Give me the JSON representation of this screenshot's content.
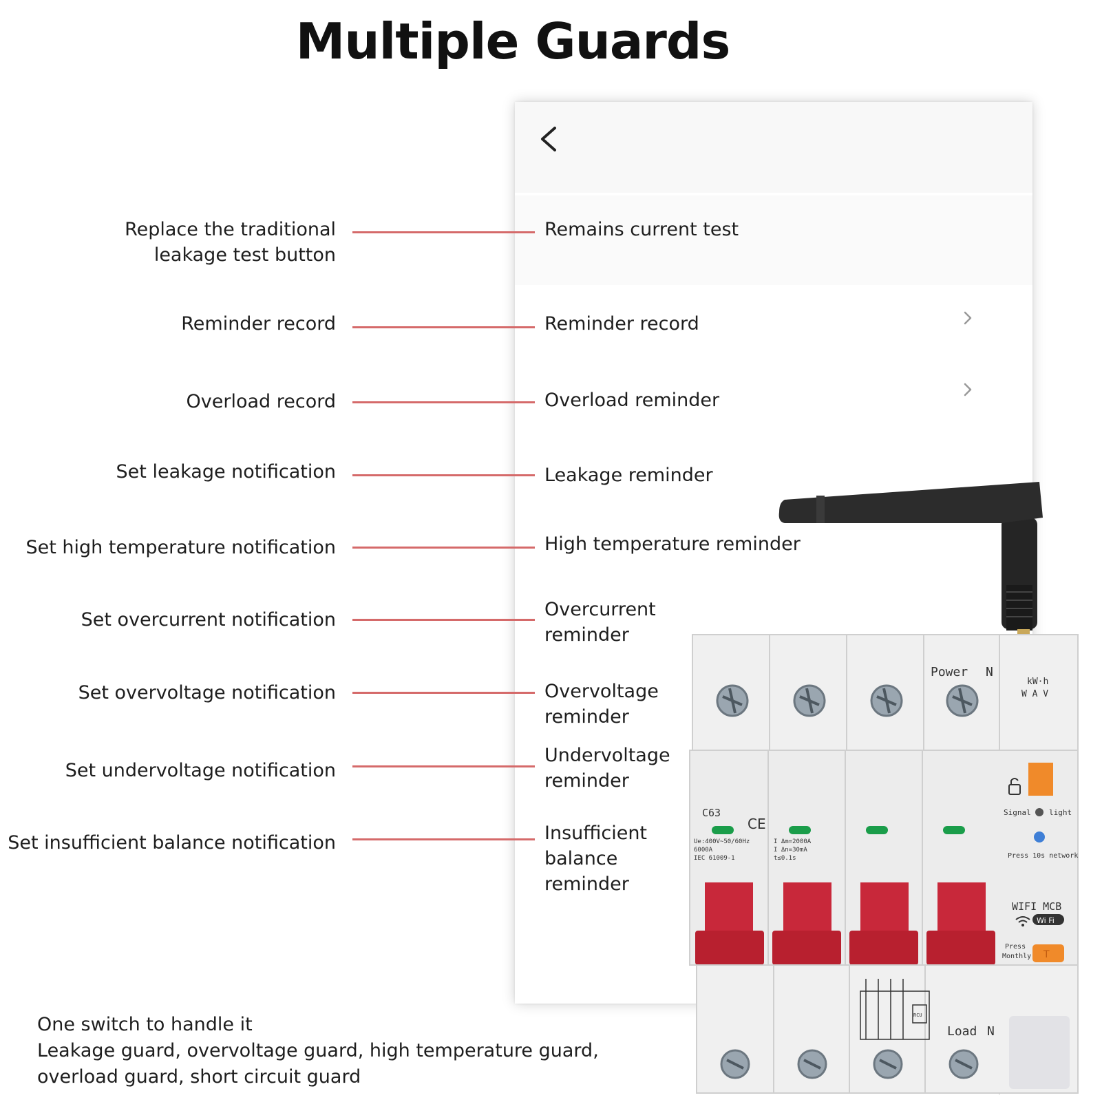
{
  "title": "Multiple Guards",
  "phone": {
    "back_icon": "chevron-left-icon",
    "menu_items": [
      {
        "label": "Remains current test",
        "has_chevron": false
      },
      {
        "label": "Reminder record",
        "has_chevron": true
      },
      {
        "label": "Overload reminder",
        "has_chevron": true
      },
      {
        "label": "Leakage reminder",
        "has_chevron": false
      },
      {
        "label": "High temperature reminder",
        "has_chevron": false
      },
      {
        "label_line1": "Overcurrent",
        "label_line2": "reminder"
      },
      {
        "label_line1": "Overvoltage",
        "label_line2": "reminder"
      },
      {
        "label_line1": "Undervoltage",
        "label_line2": "reminder"
      },
      {
        "label_line1": "Insufficient",
        "label_line2": "balance",
        "label_line3": "reminder"
      }
    ]
  },
  "callouts": [
    {
      "line1": "Replace the traditional",
      "line2": "leakage test button"
    },
    {
      "text": "Reminder record"
    },
    {
      "text": "Overload record"
    },
    {
      "text": "Set leakage notification"
    },
    {
      "text": "Set high temperature notification"
    },
    {
      "text": "Set overcurrent notification"
    },
    {
      "text": "Set overvoltage notification"
    },
    {
      "text": "Set undervoltage notification"
    },
    {
      "text": "Set insufficient balance notification"
    }
  ],
  "footer": {
    "line1": "One switch to handle it",
    "line2": "Leakage guard, overvoltage guard, high temperature guard,",
    "line3": "overload guard, short circuit guard"
  },
  "device": {
    "labels": {
      "power": "Power",
      "n_top": "N",
      "kwh": "kW·h",
      "wav": "W  A  V",
      "model": "C63",
      "ce": "CE",
      "spec1": "Ue:400V~50/60Hz",
      "spec2": "6000A",
      "spec3": "IEC 61009-1",
      "spec4": "I Δm=2000A",
      "spec5": "I Δn=30mA",
      "spec6": "t≤0.1s",
      "signal": "Signal",
      "light": "light",
      "press_network": "Press 10s network",
      "wifi_mcb": "WIFI  MCB",
      "wifi_badge": "Wi Fi",
      "press": "Press",
      "monthly": "Monthly",
      "t_btn": "T",
      "load": "Load",
      "n_bottom": "N",
      "rcu": "RCU"
    },
    "colors": {
      "handle": "#c8283a",
      "indicator": "#1a9d4a",
      "orange": "#f08a2a",
      "blue_btn": "#3f7fd6",
      "body": "#efefef",
      "antenna": "#2a2a2a"
    }
  }
}
